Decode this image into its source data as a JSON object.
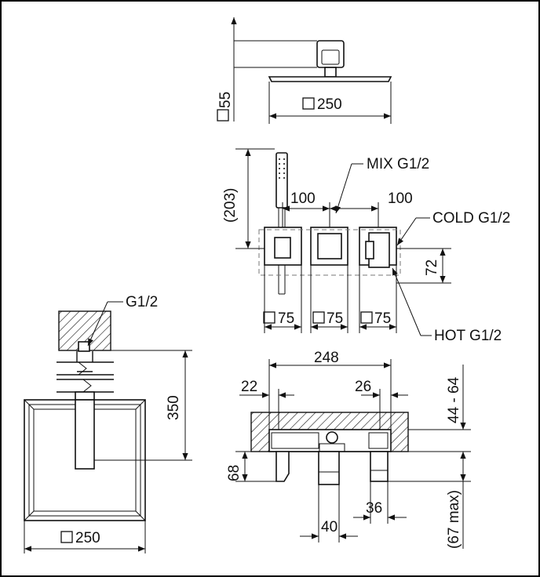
{
  "overhead_shower": {
    "arm_height_label": "55",
    "head_width_label": "250"
  },
  "mixer_front": {
    "handshower_height_label": "(203)",
    "spacing_left_label": "100",
    "spacing_right_label": "100",
    "inlet_mix_label": "MIX G1/2",
    "inlet_cold_label": "COLD G1/2",
    "inlet_hot_label": "HOT G1/2",
    "knob_height_label": "72",
    "plate_left_label": "75",
    "plate_mid_label": "75",
    "plate_right_label": "75"
  },
  "mixer_section": {
    "body_width_label": "248",
    "offset_left_label": "22",
    "offset_right_label": "26",
    "wall_depth_label": "44 - 64",
    "projection_left_label": "68",
    "projection_right_label": "(67 max)",
    "spout_width_label": "40",
    "knob_width_label": "36"
  },
  "ceiling_shower": {
    "connection_label": "G1/2",
    "drop_label": "350",
    "head_width_label": "250"
  }
}
